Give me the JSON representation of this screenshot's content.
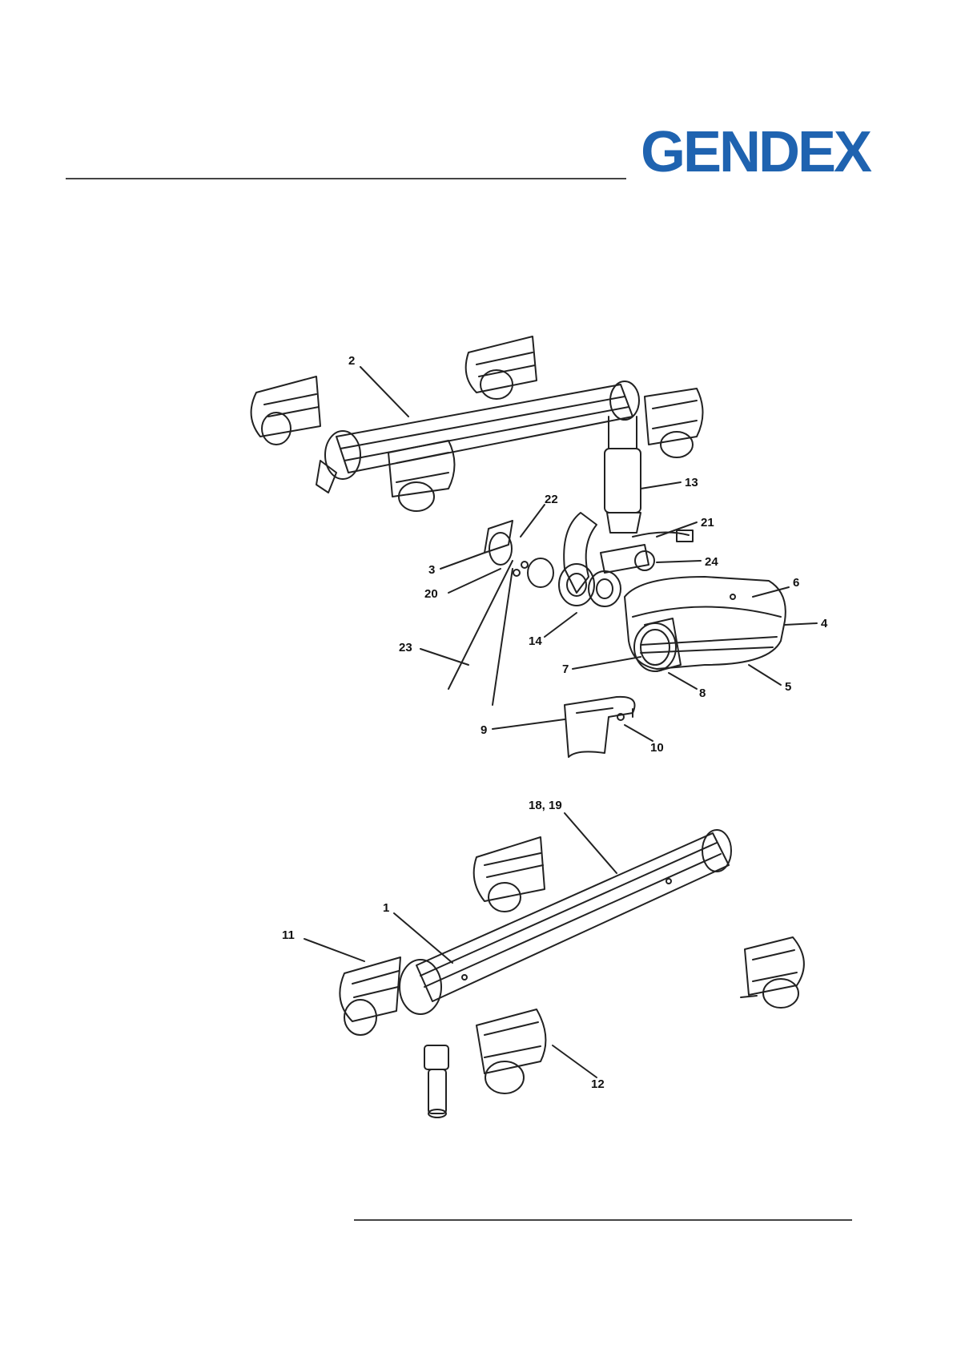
{
  "header": {
    "logo_text": "GENDEX",
    "logo_color": "#1f63b0",
    "logo_icon": "gendex-logo"
  },
  "colors": {
    "line": "#222222",
    "rule": "#444444"
  },
  "upper_assembly": {
    "callouts": [
      {
        "label": "2"
      },
      {
        "label": "13"
      },
      {
        "label": "22"
      },
      {
        "label": "21"
      },
      {
        "label": "3"
      },
      {
        "label": "24"
      },
      {
        "label": "20"
      },
      {
        "label": "6"
      },
      {
        "label": "4"
      },
      {
        "label": "14"
      },
      {
        "label": "23"
      },
      {
        "label": "7"
      },
      {
        "label": "8"
      },
      {
        "label": "5"
      },
      {
        "label": "9"
      },
      {
        "label": "10"
      }
    ]
  },
  "lower_assembly": {
    "callouts": [
      {
        "label": "18, 19"
      },
      {
        "label": "1"
      },
      {
        "label": "11"
      },
      {
        "label": "12"
      }
    ]
  }
}
